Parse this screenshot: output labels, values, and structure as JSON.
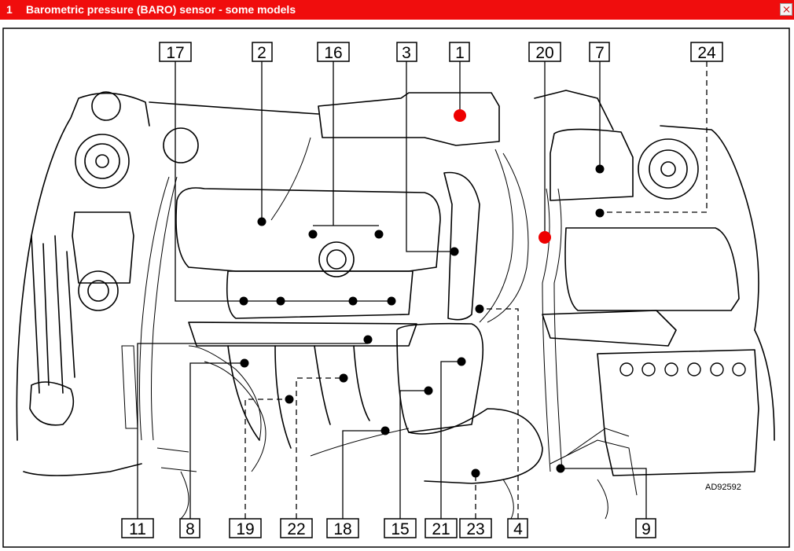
{
  "header": {
    "number": "1",
    "title": "Barometric pressure (BARO) sensor - some models"
  },
  "diagram": {
    "reference_code": "AD92592",
    "callouts_top": [
      "17",
      "2",
      "16",
      "3",
      "1",
      "20",
      "7",
      "24"
    ],
    "callouts_bottom": [
      "11",
      "8",
      "19",
      "22",
      "18",
      "15",
      "21",
      "23",
      "4",
      "9"
    ],
    "highlight_color": "#ee0000",
    "highlighted_callouts": [
      "1",
      "20"
    ]
  }
}
